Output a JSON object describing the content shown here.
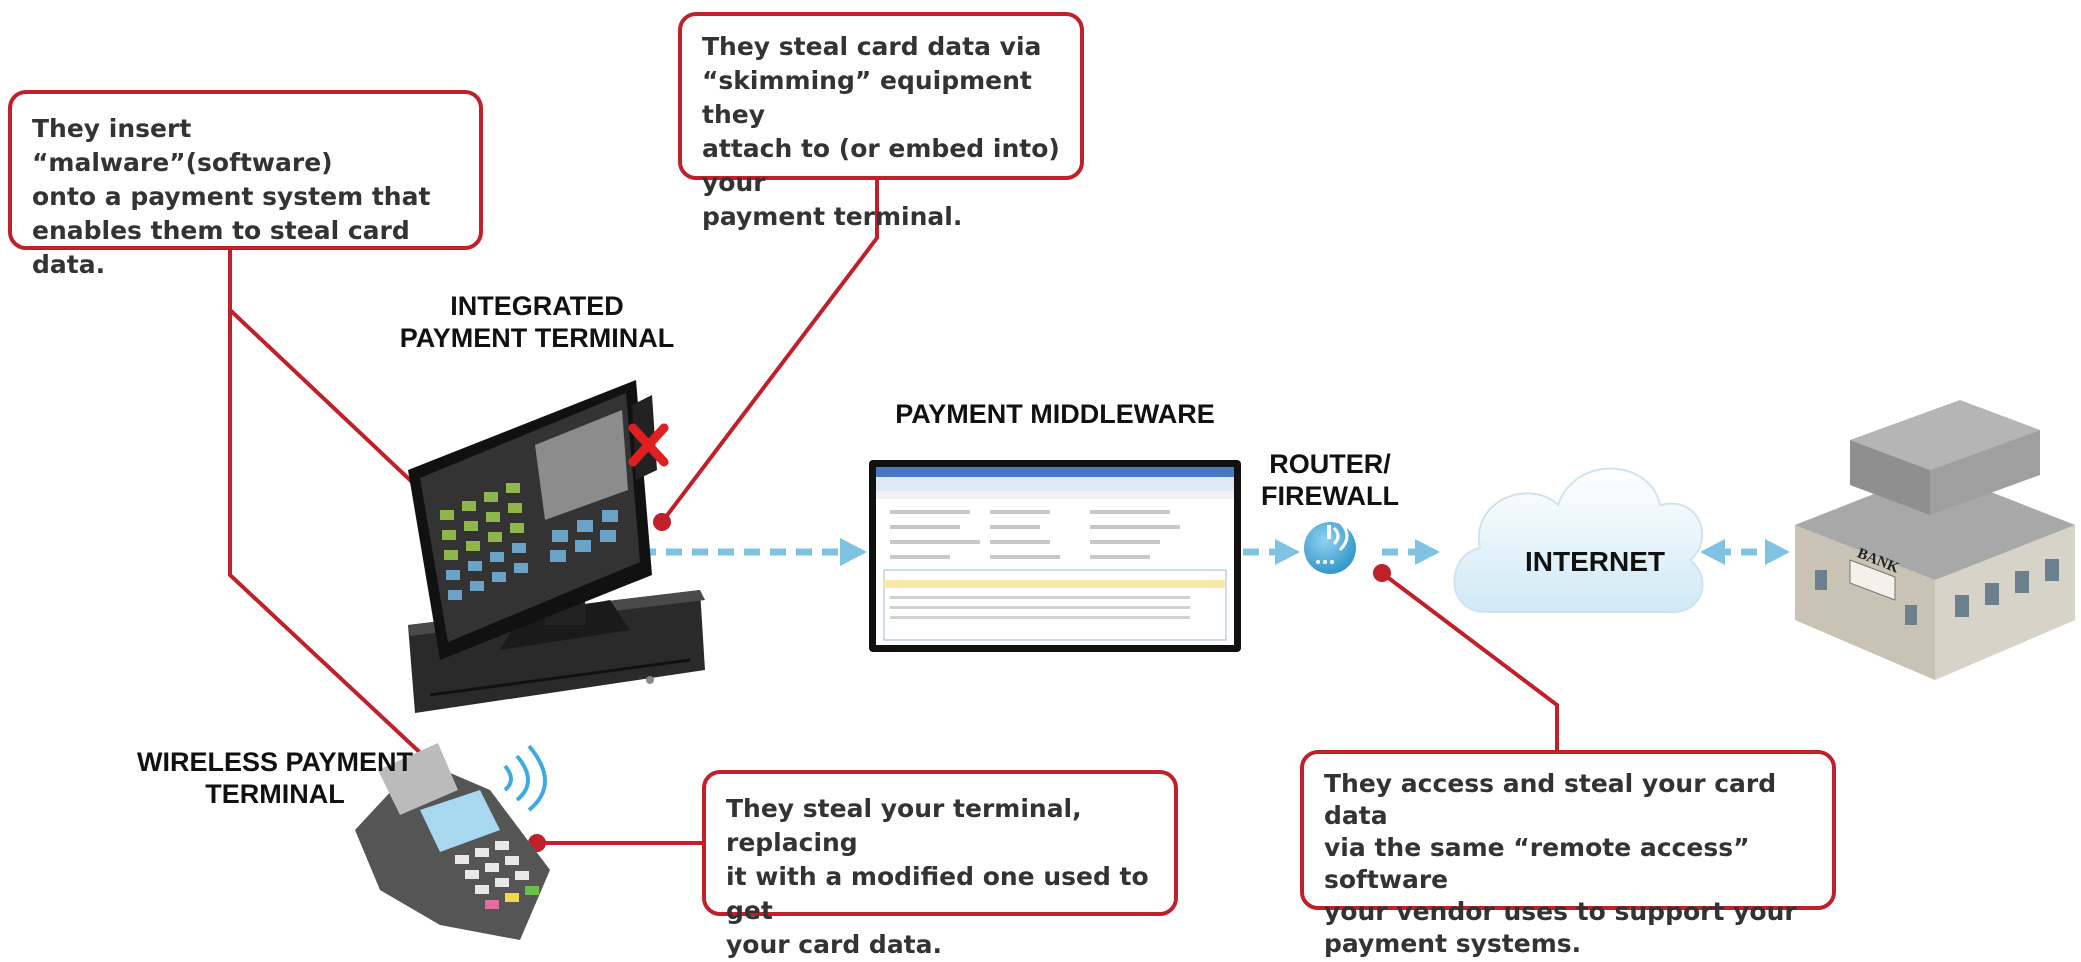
{
  "callouts": {
    "malware": [
      "They insert “malware”(software)",
      "onto a payment system that",
      "enables them to steal card data."
    ],
    "skimming": [
      "They steal card data via",
      "“skimming” equipment they",
      "attach to (or embed into) your",
      "payment terminal."
    ],
    "replace_terminal": [
      "They steal your terminal, replacing",
      "it with a modified one used to get",
      "your card data."
    ],
    "remote_access": [
      "They access and steal your card data",
      "via the same “remote access” software",
      "your vendor uses to support your",
      "payment systems."
    ]
  },
  "labels": {
    "integrated_terminal": [
      "INTEGRATED",
      "PAYMENT TERMINAL"
    ],
    "wireless_terminal": [
      "WIRELESS PAYMENT",
      "TERMINAL"
    ],
    "payment_middleware": "PAYMENT MIDDLEWARE",
    "router_firewall": [
      "ROUTER/",
      "FIREWALL"
    ],
    "internet": "INTERNET",
    "bank": "BANK"
  },
  "colors": {
    "callout_border": "#c0202a",
    "connector_line": "#c0202a",
    "flow_arrow": "#7fc3e3",
    "text": "#333333"
  },
  "icons": {
    "integrated_terminal": "pos-terminal-icon",
    "wireless_terminal": "card-reader-icon",
    "middleware": "software-window-icon",
    "router": "wifi-router-icon",
    "internet": "cloud-icon",
    "bank": "bank-building-icon",
    "skimmer_marker": "red-x-icon"
  }
}
